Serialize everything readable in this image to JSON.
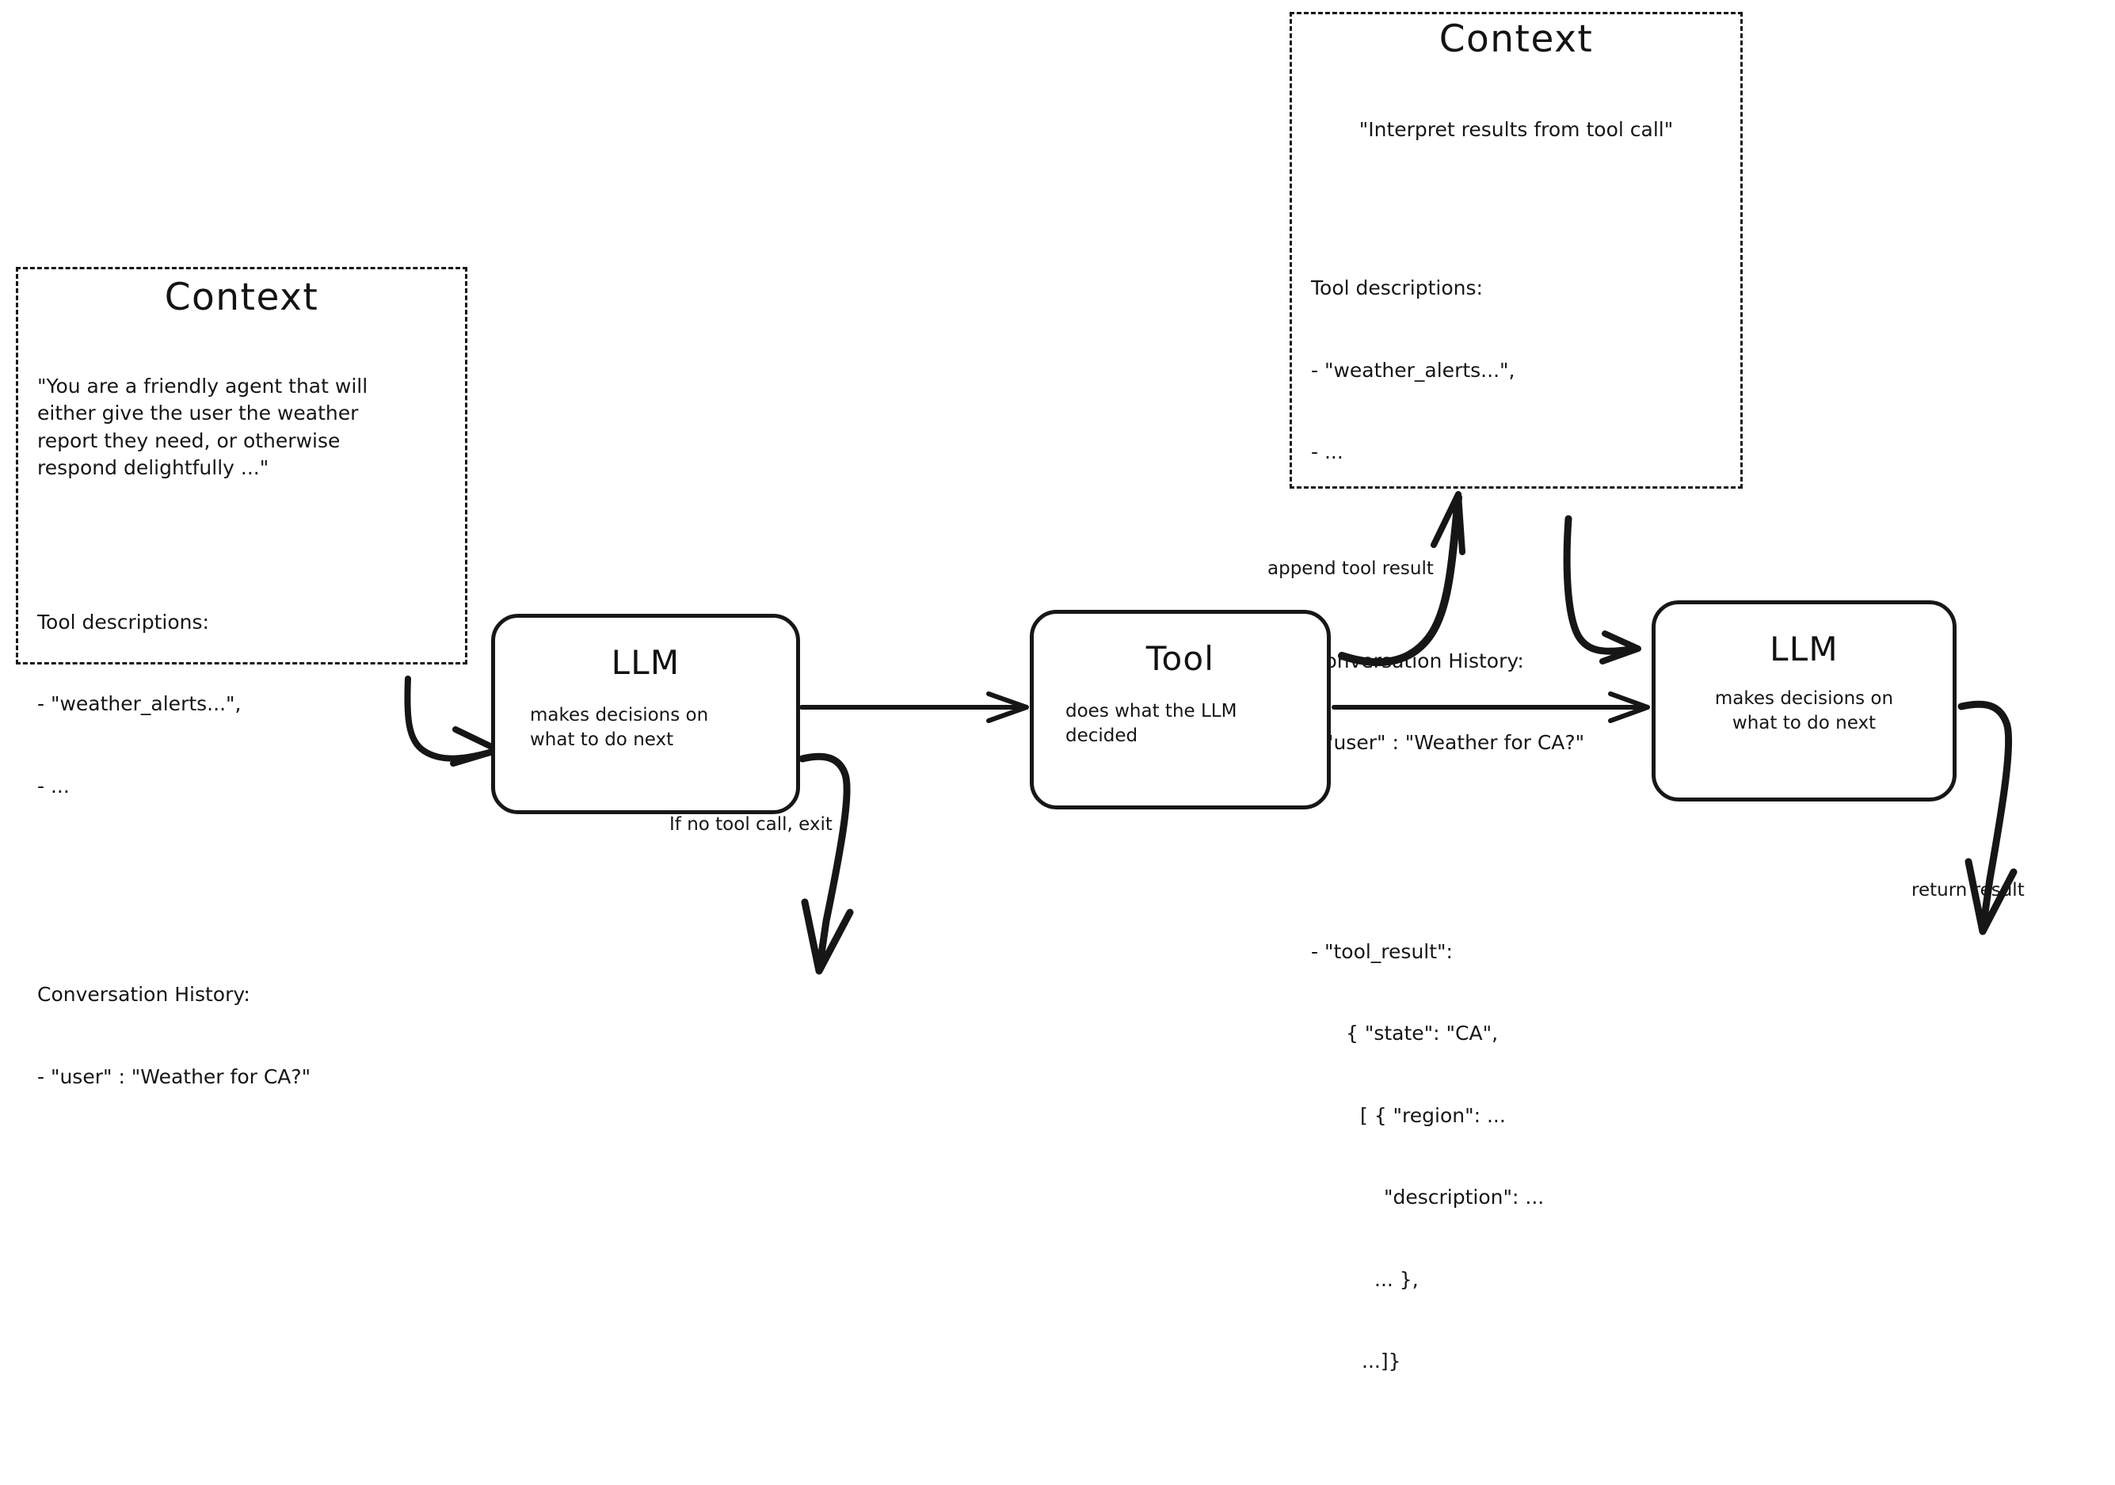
{
  "diagram": {
    "title": "Agent loop with tool calling",
    "ink_color": "#161616",
    "background": "#ffffff"
  },
  "context_left": {
    "title": "Context",
    "system_prompt": "\"You are a friendly agent that will\neither give the user the weather\nreport they need, or otherwise\nrespond delightfully ...\"",
    "tool_descriptions_header": "Tool descriptions:",
    "tool_descriptions_items": [
      "- \"weather_alerts...\",",
      "- ..."
    ],
    "conversation_header": "Conversation History:",
    "conversation_items": [
      "- \"user\" : \"Weather for CA?\""
    ]
  },
  "context_right": {
    "title": "Context",
    "system_prompt": "\"Interpret results from tool call\"",
    "tool_descriptions_header": "Tool descriptions:",
    "tool_descriptions_items": [
      "- \"weather_alerts...\",",
      "- ..."
    ],
    "conversation_header": "Conversation History:",
    "conversation_items": [
      "- \"user\" : \"Weather for CA?\""
    ],
    "tool_result_header": "- \"tool_result\":",
    "tool_result_lines": [
      "{ \"state\": \"CA\",",
      "[ { \"region\": ...",
      "\"description\": ...",
      "... },",
      "...]}"
    ]
  },
  "nodes": {
    "llm_1": {
      "title": "LLM",
      "subtitle": "makes decisions on\nwhat to do next"
    },
    "tool": {
      "title": "Tool",
      "subtitle": "does what the LLM\ndecided"
    },
    "llm_2": {
      "title": "LLM",
      "subtitle": "makes decisions on\nwhat to do next"
    }
  },
  "edges": {
    "context_to_llm1": "",
    "llm1_to_tool": "",
    "tool_to_context": "append tool result",
    "tool_to_llm2": "",
    "context_to_llm2": "",
    "llm1_exit": "If no tool call, exit",
    "llm2_return": "return result"
  }
}
